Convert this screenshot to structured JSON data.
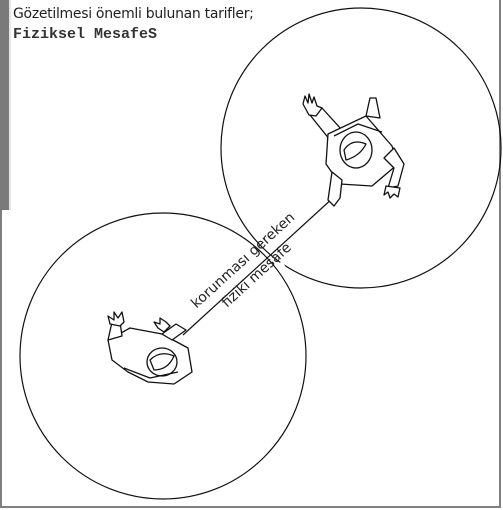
{
  "header": {
    "title": "Gözetilmesi önemli bulunan tarifler;",
    "subtitle": "Fiziksel MesafeS"
  },
  "diagram": {
    "distance_label_line1": "korunması gereken",
    "distance_label_line2": "fiziki mesafe",
    "figures": [
      "person-top-view",
      "person-top-view"
    ]
  },
  "colors": {
    "stroke": "#111111",
    "frame": "#7f7f7f"
  }
}
